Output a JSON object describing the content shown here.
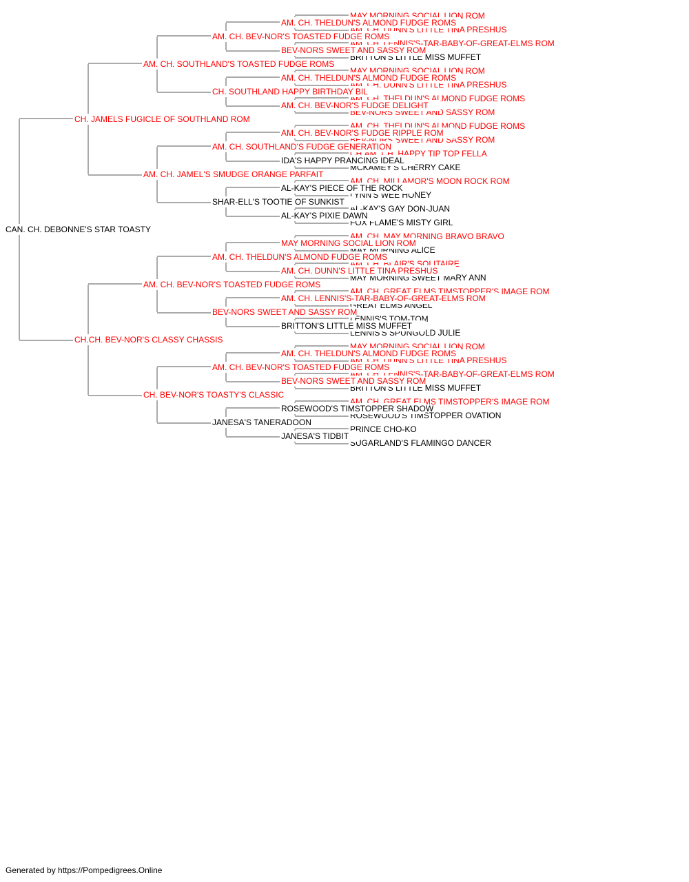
{
  "colors": {
    "highlight": "#ff0000",
    "normal": "#000000",
    "line": "#555555"
  },
  "pedigree": {
    "name": "CAN. CH. DEBONNE'S STAR TOASTY",
    "h": false,
    "sire": {
      "name": "CH. JAMELS FUGICLE OF SOUTHLAND ROM",
      "h": true,
      "sire": {
        "name": "AM. CH. SOUTHLAND'S TOASTED FUDGE ROMS",
        "h": true,
        "sire": {
          "name": "AM. CH. BEV-NOR'S TOASTED FUDGE ROMS",
          "h": true,
          "sire": {
            "name": "AM. CH. THELDUN'S ALMOND FUDGE ROMS",
            "h": true,
            "sire": {
              "name": "MAY MORNING SOCIAL LION ROM",
              "h": true
            },
            "dam": {
              "name": "AM. CH. DUNN'S LITTLE TINA PRESHUS",
              "h": true
            }
          },
          "dam": {
            "name": "BEV-NORS SWEET AND SASSY ROM",
            "h": true,
            "sire": {
              "name": "AM. CH. LENNIS'S-TAR-BABY-OF-GREAT-ELMS ROM",
              "h": true
            },
            "dam": {
              "name": "BRITTON'S LITTLE MISS MUFFET",
              "h": false
            }
          }
        },
        "dam": {
          "name": "CH. SOUTHLAND HAPPY BIRTHDAY BIL",
          "h": true,
          "sire": {
            "name": "AM. CH. THELDUN'S ALMOND FUDGE ROMS",
            "h": true,
            "sire": {
              "name": "MAY MORNING SOCIAL LION ROM",
              "h": true
            },
            "dam": {
              "name": "AM. CH. DUNN'S LITTLE TINA PRESHUS",
              "h": true
            }
          },
          "dam": {
            "name": "AM. CH. BEV-NOR'S FUDGE DELIGHT",
            "h": true,
            "sire": {
              "name": "AM. CH. THELDUN'S ALMOND FUDGE ROMS",
              "h": true
            },
            "dam": {
              "name": "BEV-NORS SWEET AND SASSY ROM",
              "h": true
            }
          }
        }
      },
      "dam": {
        "name": "AM. CH. JAMEL'S SMUDGE ORANGE PARFAIT",
        "h": true,
        "sire": {
          "name": "AM. CH. SOUTHLAND'S FUDGE GENERATION",
          "h": true,
          "sire": {
            "name": "AM. CH. BEV-NOR'S FUDGE RIPPLE ROM",
            "h": true,
            "sire": {
              "name": "AM. CH. THELDUN'S ALMOND FUDGE ROMS",
              "h": true
            },
            "dam": {
              "name": "BEV-NORS SWEET AND SASSY ROM",
              "h": true
            }
          },
          "dam": {
            "name": "IDA'S HAPPY PRANCING IDEAL",
            "h": false,
            "sire": {
              "name": "CH.AM. CH. HAPPY TIP TOP FELLA",
              "h": true
            },
            "dam": {
              "name": "MCKAMEY'S CHERRY CAKE",
              "h": false
            }
          }
        },
        "dam": {
          "name": "SHAR-ELL'S TOOTIE OF SUNKIST",
          "h": false,
          "sire": {
            "name": "AL-KAY'S PIECE OF THE ROCK",
            "h": false,
            "sire": {
              "name": "AM. CH. MILLAMOR'S MOON ROCK ROM",
              "h": true
            },
            "dam": {
              "name": "LYNN'S WEE HONEY",
              "h": false
            }
          },
          "dam": {
            "name": "AL-KAY'S PIXIE DAWN",
            "h": false,
            "sire": {
              "name": "AL-KAY'S GAY DON-JUAN",
              "h": false
            },
            "dam": {
              "name": "FOX FLAME'S MISTY GIRL",
              "h": false
            }
          }
        }
      }
    },
    "dam": {
      "name": "CH.CH. BEV-NOR'S CLASSY CHASSIS",
      "h": true,
      "sire": {
        "name": "AM. CH. BEV-NOR'S TOASTED FUDGE ROMS",
        "h": true,
        "sire": {
          "name": "AM. CH. THELDUN'S ALMOND FUDGE ROMS",
          "h": true,
          "sire": {
            "name": "MAY MORNING SOCIAL LION ROM",
            "h": true,
            "sire": {
              "name": "AM. CH. MAY MORNING BRAVO BRAVO",
              "h": true
            },
            "dam": {
              "name": "MAY MORNING ALICE",
              "h": false
            }
          },
          "dam": {
            "name": "AM. CH. DUNN'S LITTLE TINA PRESHUS",
            "h": true,
            "sire": {
              "name": "AM. CH. BLAIR'S SOLITAIRE",
              "h": true
            },
            "dam": {
              "name": "MAY MORNING SWEET MARY ANN",
              "h": false
            }
          }
        },
        "dam": {
          "name": "BEV-NORS SWEET AND SASSY ROM",
          "h": true,
          "sire": {
            "name": "AM. CH. LENNIS'S-TAR-BABY-OF-GREAT-ELMS ROM",
            "h": true,
            "sire": {
              "name": "AM. CH. GREAT ELMS TIMSTOPPER'S IMAGE ROM",
              "h": true
            },
            "dam": {
              "name": "GREAT ELMS ANGEL",
              "h": false
            }
          },
          "dam": {
            "name": "BRITTON'S LITTLE MISS MUFFET",
            "h": false,
            "sire": {
              "name": "LENNIS'S TOM-TOM",
              "h": false
            },
            "dam": {
              "name": "LENNIS'S SPUNGOLD JULIE",
              "h": false
            }
          }
        }
      },
      "dam": {
        "name": "CH. BEV-NOR'S TOASTY'S CLASSIC",
        "h": true,
        "sire": {
          "name": "AM. CH. BEV-NOR'S TOASTED FUDGE ROMS",
          "h": true,
          "sire": {
            "name": "AM. CH. THELDUN'S ALMOND FUDGE ROMS",
            "h": true,
            "sire": {
              "name": "MAY MORNING SOCIAL LION ROM",
              "h": true
            },
            "dam": {
              "name": "AM. CH. DUNN'S LITTLE TINA PRESHUS",
              "h": true
            }
          },
          "dam": {
            "name": "BEV-NORS SWEET AND SASSY ROM",
            "h": true,
            "sire": {
              "name": "AM. CH. LENNIS'S-TAR-BABY-OF-GREAT-ELMS ROM",
              "h": true
            },
            "dam": {
              "name": "BRITTON'S LITTLE MISS MUFFET",
              "h": false
            }
          }
        },
        "dam": {
          "name": "JANESA'S TANERADOON",
          "h": false,
          "sire": {
            "name": "ROSEWOOD'S TIMSTOPPER SHADOW",
            "h": false,
            "sire": {
              "name": "AM. CH. GREAT ELMS TIMSTOPPER'S IMAGE ROM",
              "h": true
            },
            "dam": {
              "name": "ROSEWOOD'S TIMSTOPPER OVATION",
              "h": false
            }
          },
          "dam": {
            "name": "JANESA'S TIDBIT",
            "h": false,
            "sire": {
              "name": "PRINCE CHO-KO",
              "h": false
            },
            "dam": {
              "name": "SUGARLAND'S FLAMINGO DANCER",
              "h": false
            }
          }
        }
      }
    }
  },
  "footer": "Generated by https://Pompedigrees.Online"
}
